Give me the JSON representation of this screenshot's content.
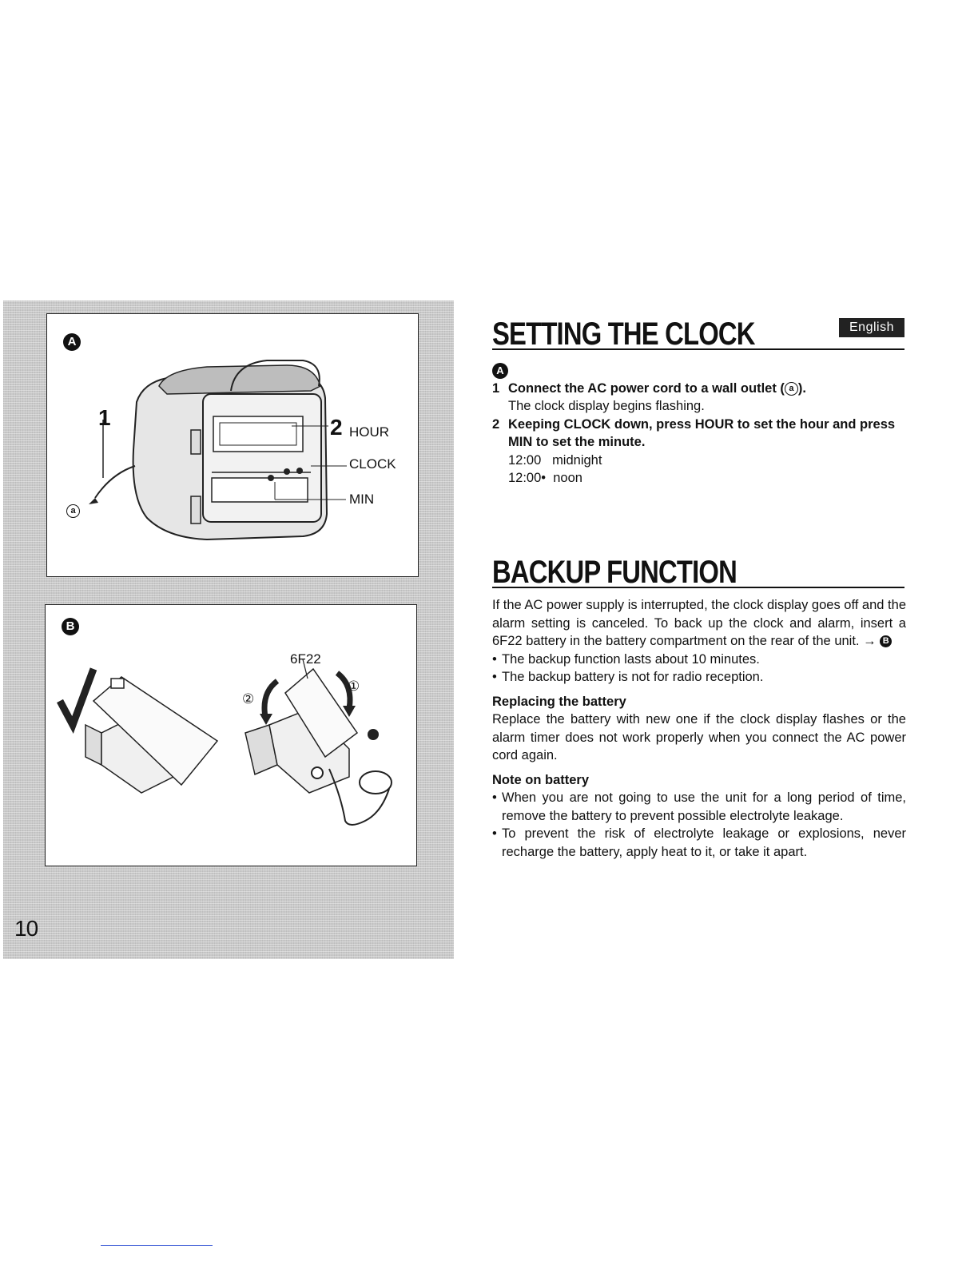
{
  "page_number": "10",
  "language_tag": "English",
  "figure_a": {
    "badge": "A",
    "callout_step1": "1",
    "callout_step2": "2",
    "label_hour": "HOUR",
    "label_clock": "CLOCK",
    "label_min": "MIN",
    "label_a": "a"
  },
  "figure_b": {
    "badge": "B",
    "label_battery": "6F22",
    "label_1": "①",
    "label_2": "②"
  },
  "setting_clock": {
    "title": "SETTING THE CLOCK",
    "badge": "A",
    "step1_num": "1",
    "step1_text": "Connect the AC power cord to a wall outlet (",
    "step1_ref": "a",
    "step1_end": ").",
    "step1_note": "The clock display begins flashing.",
    "step2_num": "2",
    "step2_text": "Keeping CLOCK down, press HOUR to set the hour and press MIN to set the minute.",
    "time1": "12:00",
    "time1_label": "midnight",
    "time2": "12:00•",
    "time2_label": "noon"
  },
  "backup": {
    "title": "BACKUP FUNCTION",
    "intro": "If the AC power supply is interrupted, the clock display goes off and the alarm setting is canceled.  To back up the clock and alarm, insert a 6F22 battery in the battery compartment on the rear of the unit. →",
    "intro_ref": "B",
    "bullets": [
      "The backup function lasts about 10 minutes.",
      "The backup battery is not for radio reception."
    ],
    "replacing_heading": "Replacing the battery",
    "replacing_text": "Replace the battery with new one if the clock display flashes or the alarm timer does not work properly when you connect the AC power cord again.",
    "note_heading": "Note on battery",
    "note_bullets": [
      "When you are not going to use the unit for a long period of time, remove the battery to prevent possible electrolyte leakage.",
      "To prevent the risk of electrolyte leakage or explosions, never recharge the battery, apply heat to it, or take it apart."
    ]
  }
}
